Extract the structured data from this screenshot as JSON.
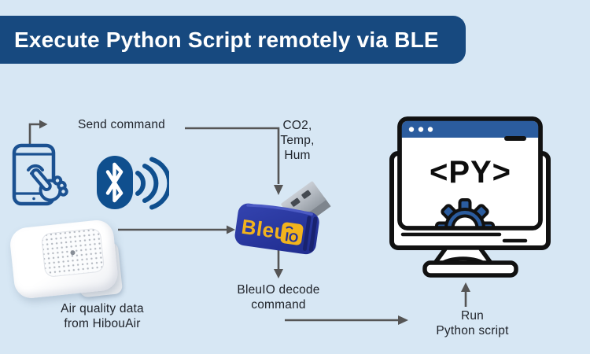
{
  "header": {
    "title": "Execute Python Script remotely via BLE"
  },
  "labels": {
    "send_command": "Send command",
    "sensor_data_lines": [
      "CO2,",
      "Temp,",
      "Hum"
    ],
    "decode_lines": [
      "BleuIO decode",
      "command"
    ],
    "air_quality_lines": [
      "Air quality data",
      "from HibouAir"
    ],
    "run_lines": [
      "Run",
      "Python script"
    ]
  },
  "devices": {
    "dongle": {
      "brand": "Bleu",
      "badge": "IO"
    },
    "monitor": {
      "code_label": "<PY>"
    }
  },
  "icons": {
    "redirect-arrow-icon": "elbow arrow up-right",
    "smartphone-touch-icon": "outlined phone with tapping hand and signal waves",
    "bluetooth-icon": "white bluetooth rune in blue oval with 3 signal arcs",
    "air-quality-sensor-image": "white HibouAir sensor with dotted grille",
    "bleuio-dongle-image": "blue USB dongle labeled Bleu IO",
    "python-monitor-icon": "monitor with browser window, <PY> code and gear",
    "gear-icon": "half gear on window edge",
    "flow-arrow": "gray connector arrow"
  },
  "colors": {
    "background": "#d7e7f4",
    "header_bg": "#17497f",
    "icon_blue": "#1b5191",
    "bluetooth_blue": "#0f4f8e",
    "dongle_blue": "#2a38a6",
    "accent_yellow": "#f2b31d",
    "monitor_accent": "#2b5c9e",
    "outline_black": "#111111",
    "arrow_gray": "#555555",
    "text_dark": "#20242b"
  }
}
